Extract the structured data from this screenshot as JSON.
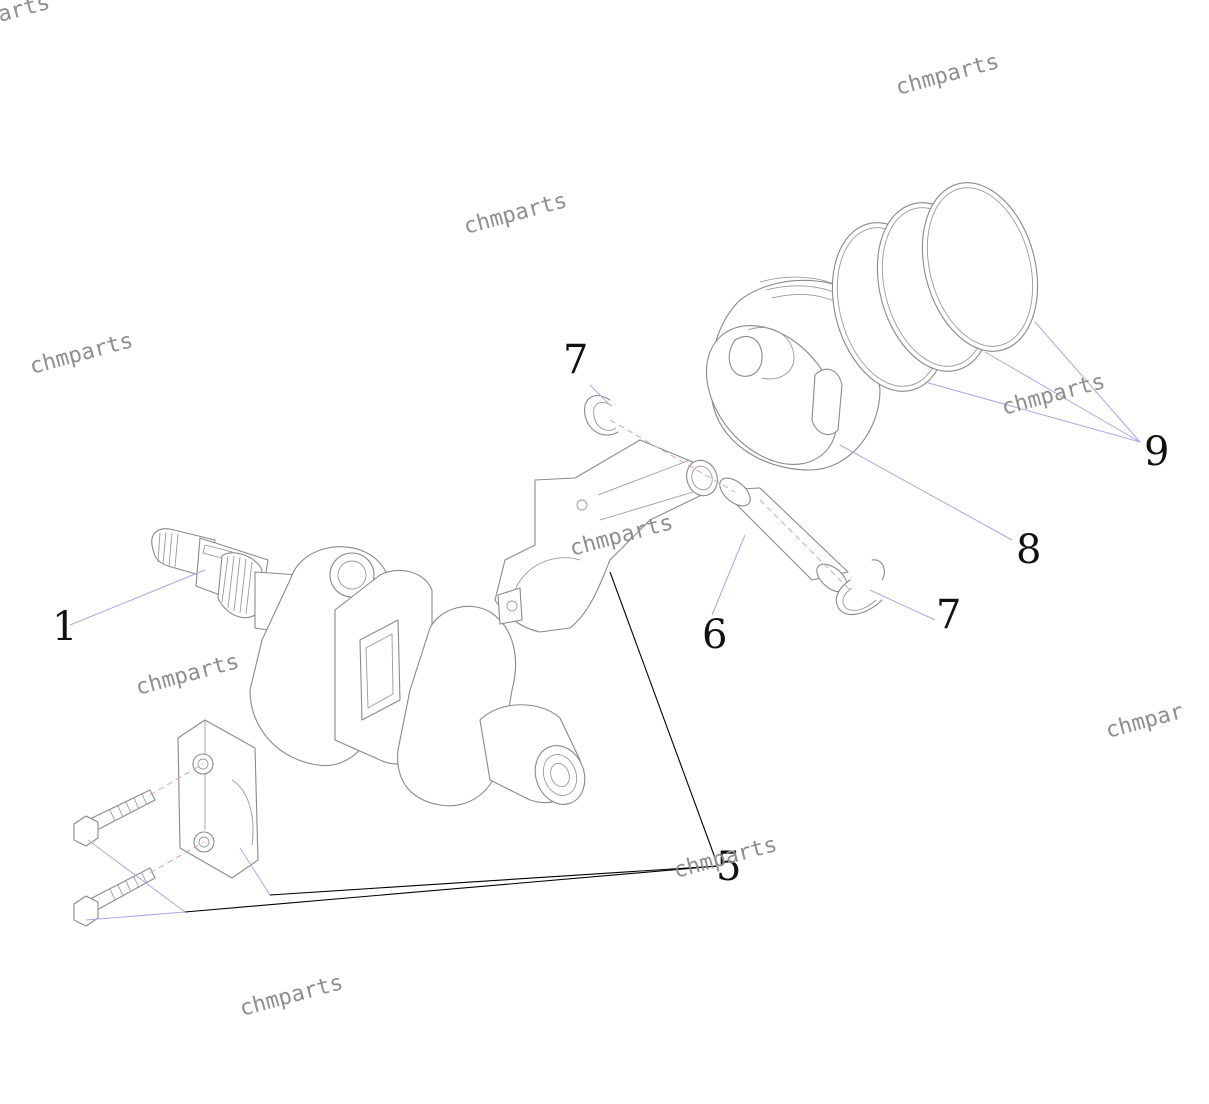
{
  "diagram": {
    "callouts": [
      {
        "id": "1",
        "label": "1"
      },
      {
        "id": "5",
        "label": "5"
      },
      {
        "id": "6",
        "label": "6"
      },
      {
        "id": "7a",
        "label": "7"
      },
      {
        "id": "7b",
        "label": "7"
      },
      {
        "id": "8",
        "label": "8"
      },
      {
        "id": "9",
        "label": "9"
      }
    ],
    "watermark": "chmparts",
    "watermark_partial_top": "arts",
    "watermark_partial_right": "chmpar"
  },
  "colors": {
    "part_stroke": "#8a8a8a",
    "leader_blue": "#a9a9e6",
    "leader_black": "#000000",
    "axis_red": "#e2a5a5",
    "watermark": "#8e8e8e"
  }
}
